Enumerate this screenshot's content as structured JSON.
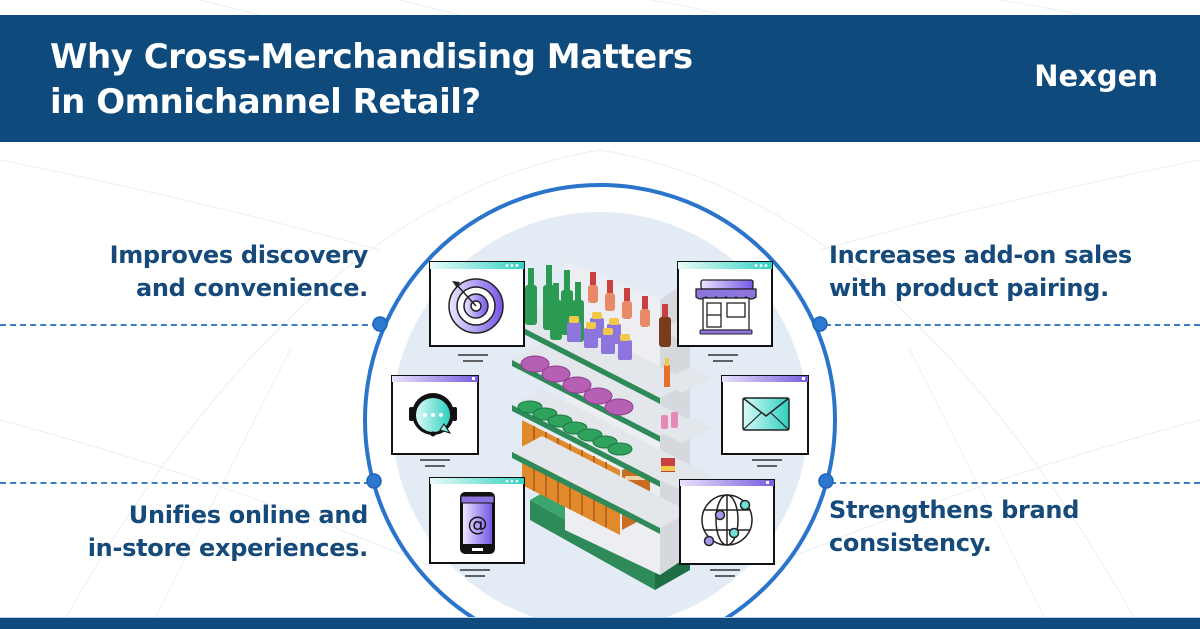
{
  "header": {
    "title_line1": "Why Cross-Merchandising Matters",
    "title_line2": "in Omnichannel Retail?",
    "brand": "Nexgen"
  },
  "benefits": [
    {
      "id": "discovery",
      "line1": "Improves discovery",
      "line2": "and convenience.",
      "side": "left",
      "icon": "target-icon"
    },
    {
      "id": "unifies",
      "line1": "Unifies online and",
      "line2": "in-store experiences.",
      "side": "left",
      "icon": "mobile-store-icon"
    },
    {
      "id": "addon",
      "line1": "Increases add-on sales",
      "line2": "with product pairing.",
      "side": "right",
      "icon": "storefront-icon"
    },
    {
      "id": "brand",
      "line1": "Strengthens brand",
      "line2": "consistency.",
      "side": "right",
      "icon": "globe-network-icon"
    }
  ],
  "illustration": {
    "center": "store-shelf-icon",
    "windows": [
      "target-icon",
      "support-chat-icon",
      "mobile-store-icon",
      "storefront-icon",
      "email-icon",
      "globe-network-icon"
    ]
  },
  "colors": {
    "navy": "#0f4a7d",
    "text": "#154a7a",
    "accent_blue": "#2f78cf",
    "circle_fill": "#e3ebf4",
    "teal": "#3ad6c8",
    "purple": "#7a5ce0",
    "green": "#2e8b57"
  }
}
